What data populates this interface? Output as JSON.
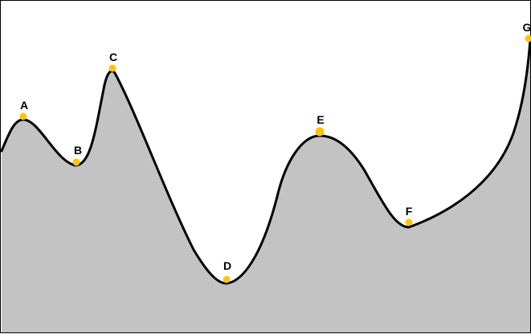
{
  "diagram": {
    "colors": {
      "fill": "#c3c3c3",
      "curve": "#000000",
      "point": "#ffc20e",
      "label": "#000000",
      "border": "#000000"
    },
    "points": [
      {
        "id": "A",
        "label": "A"
      },
      {
        "id": "B",
        "label": "B"
      },
      {
        "id": "C",
        "label": "C"
      },
      {
        "id": "D",
        "label": "D"
      },
      {
        "id": "E",
        "label": "E"
      },
      {
        "id": "F",
        "label": "F"
      },
      {
        "id": "G",
        "label": "G"
      }
    ]
  }
}
